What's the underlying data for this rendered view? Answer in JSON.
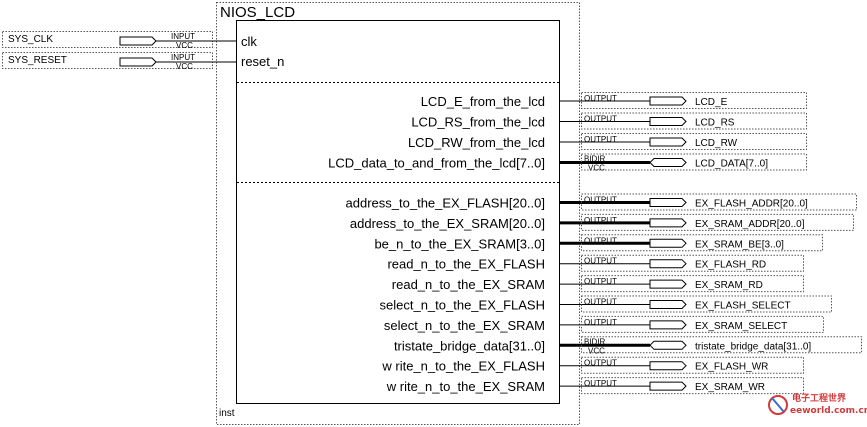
{
  "block": {
    "title": "NIOS_LCD",
    "instance": "inst"
  },
  "inputs": [
    {
      "net": "SYS_CLK",
      "type": "INPUT",
      "sub": "VCC",
      "pin": "clk"
    },
    {
      "net": "SYS_RESET",
      "type": "INPUT",
      "sub": "VCC",
      "pin": "reset_n"
    }
  ],
  "lcd_outputs": [
    {
      "pin": "LCD_E_from_the_lcd",
      "type": "OUTPUT",
      "sub": "",
      "net": "LCD_E",
      "bus": false,
      "bidir": false
    },
    {
      "pin": "LCD_RS_from_the_lcd",
      "type": "OUTPUT",
      "sub": "",
      "net": "LCD_RS",
      "bus": false,
      "bidir": false
    },
    {
      "pin": "LCD_RW_from_the_lcd",
      "type": "OUTPUT",
      "sub": "",
      "net": "LCD_RW",
      "bus": false,
      "bidir": false
    },
    {
      "pin": "LCD_data_to_and_from_the_lcd[7..0]",
      "type": "BIDIR",
      "sub": "VCC",
      "net": "LCD_DATA[7..0]",
      "bus": true,
      "bidir": true
    }
  ],
  "mem_outputs": [
    {
      "pin": "address_to_the_EX_FLASH[20..0]",
      "type": "OUTPUT",
      "sub": "",
      "net": "EX_FLASH_ADDR[20..0]",
      "bus": true,
      "bidir": false
    },
    {
      "pin": "address_to_the_EX_SRAM[20..0]",
      "type": "OUTPUT",
      "sub": "",
      "net": "EX_SRAM_ADDR[20..0]",
      "bus": true,
      "bidir": false
    },
    {
      "pin": "be_n_to_the_EX_SRAM[3..0]",
      "type": "OUTPUT",
      "sub": "",
      "net": "EX_SRAM_BE[3..0]",
      "bus": true,
      "bidir": false
    },
    {
      "pin": "read_n_to_the_EX_FLASH",
      "type": "OUTPUT",
      "sub": "",
      "net": "EX_FLASH_RD",
      "bus": false,
      "bidir": false
    },
    {
      "pin": "read_n_to_the_EX_SRAM",
      "type": "OUTPUT",
      "sub": "",
      "net": "EX_SRAM_RD",
      "bus": false,
      "bidir": false
    },
    {
      "pin": "select_n_to_the_EX_FLASH",
      "type": "OUTPUT",
      "sub": "",
      "net": "EX_FLASH_SELECT",
      "bus": false,
      "bidir": false
    },
    {
      "pin": "select_n_to_the_EX_SRAM",
      "type": "OUTPUT",
      "sub": "",
      "net": "EX_SRAM_SELECT",
      "bus": false,
      "bidir": false
    },
    {
      "pin": "tristate_bridge_data[31..0]",
      "type": "BIDIR",
      "sub": "VCC",
      "net": "tristate_bridge_data[31..0]",
      "bus": true,
      "bidir": true
    },
    {
      "pin": "w rite_n_to_the_EX_FLASH",
      "type": "OUTPUT",
      "sub": "",
      "net": "EX_FLASH_WR",
      "bus": false,
      "bidir": false
    },
    {
      "pin": "w rite_n_to_the_EX_SRAM",
      "type": "OUTPUT",
      "sub": "",
      "net": "EX_SRAM_WR",
      "bus": false,
      "bidir": false
    }
  ],
  "watermark": {
    "logo_text": "电子工程世界",
    "site": "eeworld.com.cn",
    "logo_icon": "eeworld-logo-icon"
  },
  "colors": {
    "line": "#000000",
    "dotted": "#555555",
    "watermark": "#d23b3b"
  }
}
